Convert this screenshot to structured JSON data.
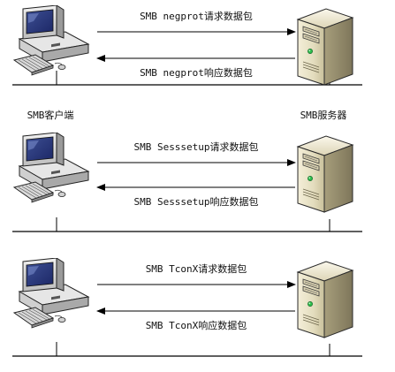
{
  "diagram": {
    "client_label": "SMB客户端",
    "server_label": "SMB服务器",
    "exchanges": [
      {
        "request": "SMB negprot请求数据包",
        "response": "SMB negprot响应数据包"
      },
      {
        "request": "SMB Sesssetup请求数据包",
        "response": "SMB Sesssetup响应数据包"
      },
      {
        "request": "SMB TconX请求数据包",
        "response": "SMB TconX响应数据包"
      }
    ]
  }
}
